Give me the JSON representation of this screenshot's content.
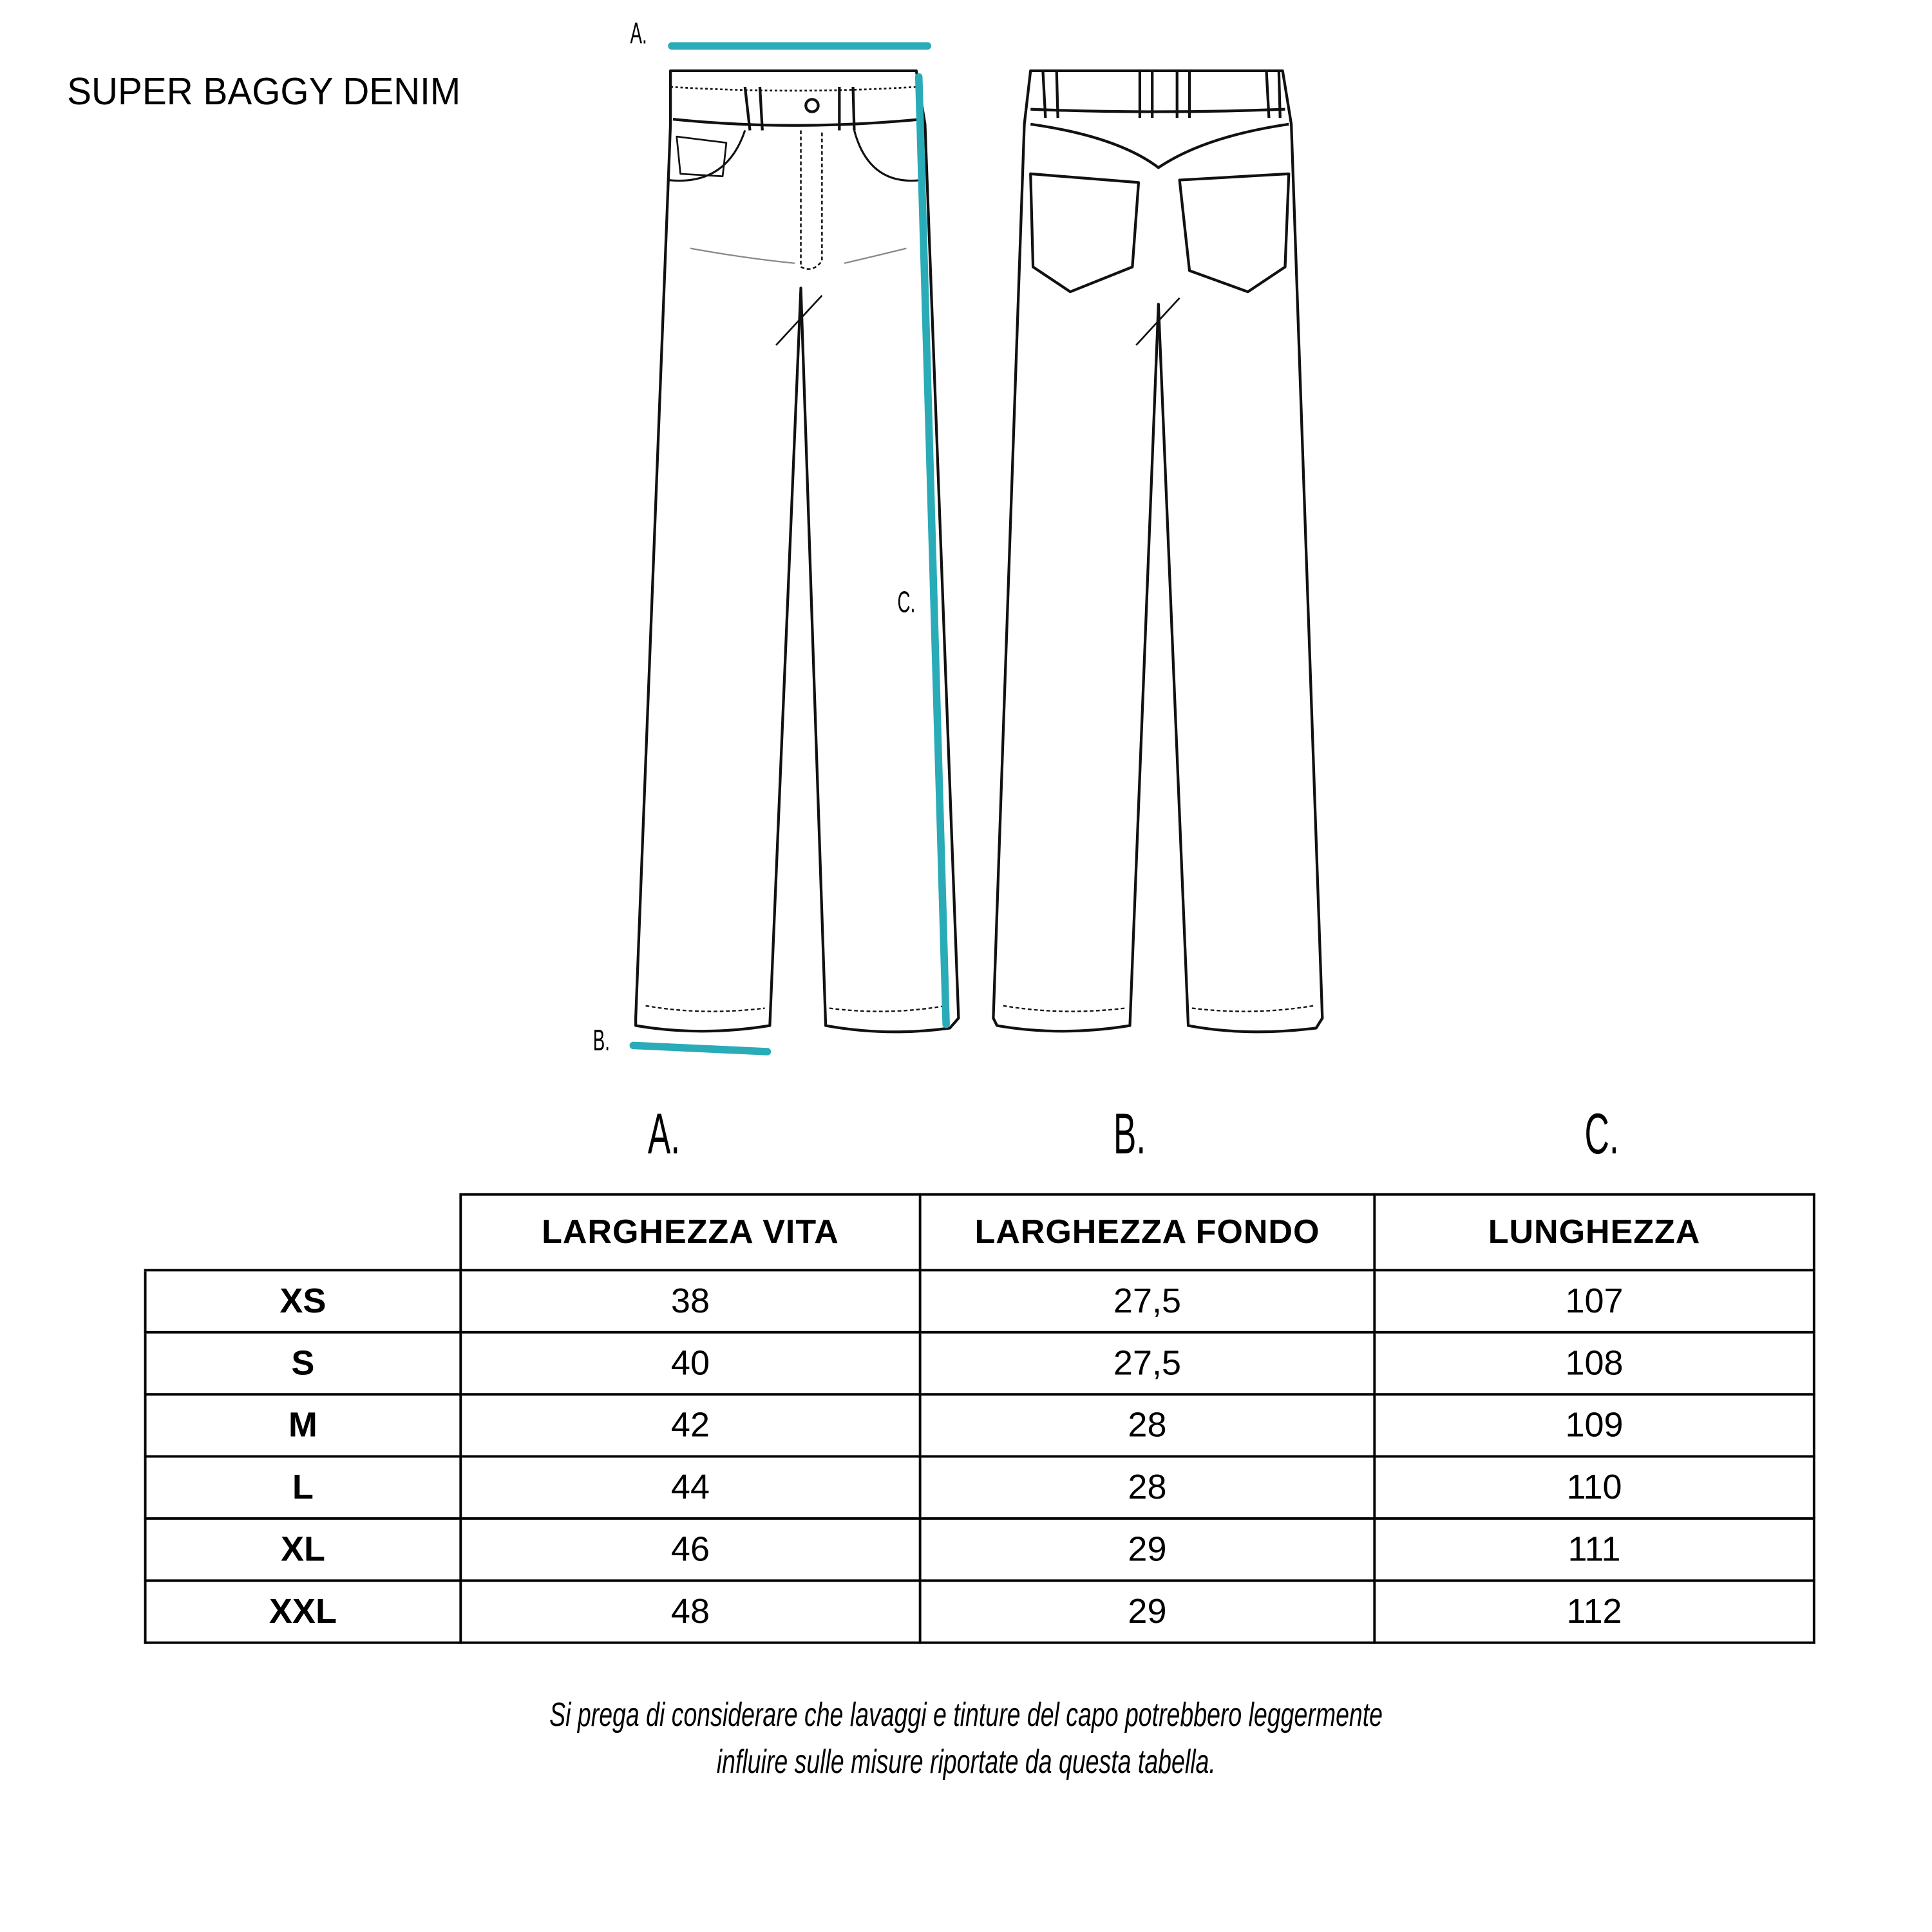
{
  "title": "SUPER BAGGY DENIM",
  "diagram": {
    "label_a": "A.",
    "label_b": "B.",
    "label_c": "C.",
    "accent_color": "#29abb8"
  },
  "column_letters": [
    "A.",
    "B.",
    "C."
  ],
  "table": {
    "headers": [
      "LARGHEZZA VITA",
      "LARGHEZZA FONDO",
      "LUNGHEZZA"
    ],
    "rows": [
      {
        "size": "XS",
        "values": [
          "38",
          "27,5",
          "107"
        ]
      },
      {
        "size": "S",
        "values": [
          "40",
          "27,5",
          "108"
        ]
      },
      {
        "size": "M",
        "values": [
          "42",
          "28",
          "109"
        ]
      },
      {
        "size": "L",
        "values": [
          "44",
          "28",
          "110"
        ]
      },
      {
        "size": "XL",
        "values": [
          "46",
          "29",
          "111"
        ]
      },
      {
        "size": "XXL",
        "values": [
          "48",
          "29",
          "112"
        ]
      }
    ]
  },
  "note": {
    "line1": "Si prega di considerare che lavaggi e tinture del capo potrebbero leggermente",
    "line2": "influire sulle misure riportate da questa tabella."
  }
}
